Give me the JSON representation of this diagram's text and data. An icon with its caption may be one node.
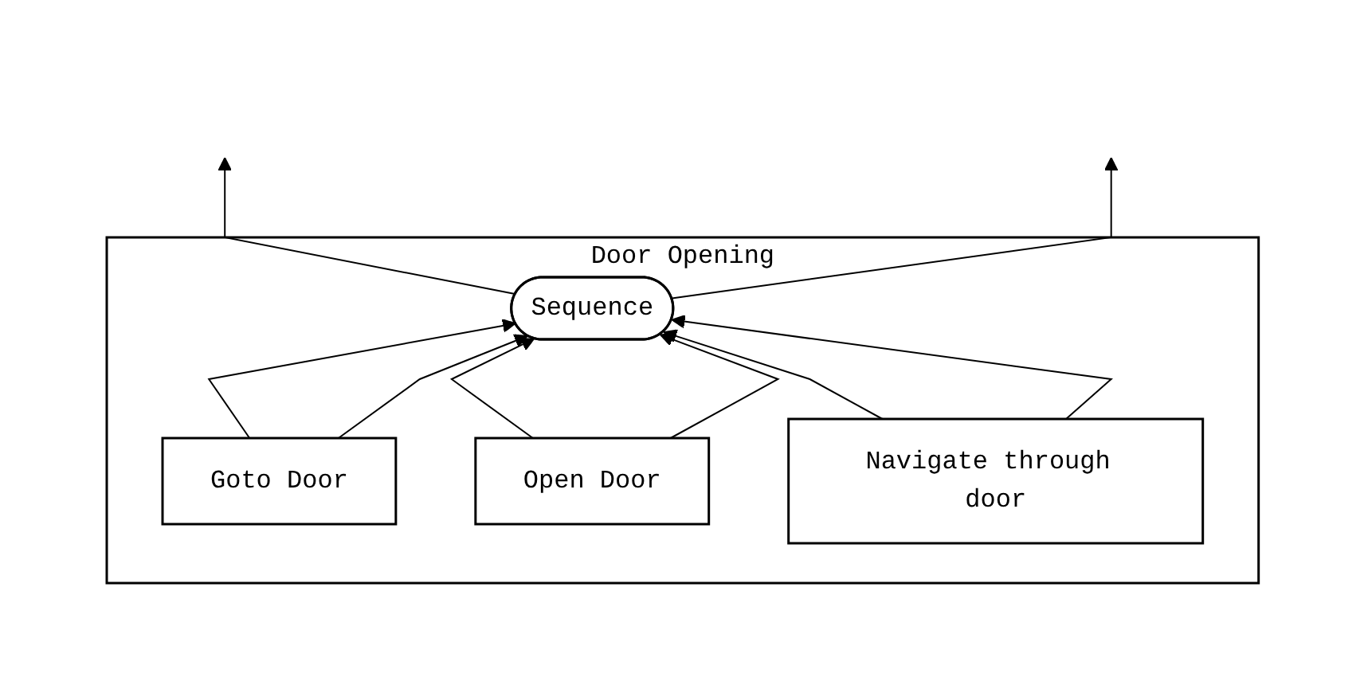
{
  "diagram": {
    "nodes": [
      {
        "text": [
          "Door Opening"
        ]
      },
      {
        "text": [
          "Sequence"
        ],
        "in": 0
      },
      {
        "text": [
          "Goto Door"
        ],
        "in": 0
      },
      {
        "text": [
          "Open Door"
        ],
        "in": 0
      },
      {
        "text": [
          "Navigate through door"
        ],
        "in": 0
      }
    ],
    "edges": [
      {
        "from": 2,
        "to": 1,
        "arrow": "to"
      },
      {
        "from": 2,
        "to": 1,
        "arrow": "to"
      },
      {
        "from": 3,
        "to": 1,
        "arrow": "to"
      },
      {
        "from": 3,
        "to": 1,
        "arrow": "to"
      },
      {
        "from": 4,
        "to": 1,
        "arrow": "to"
      },
      {
        "from": 4,
        "to": 1,
        "arrow": "to"
      },
      {
        "from": 1,
        "to": null,
        "arrow": "to"
      },
      {
        "from": 1,
        "to": null,
        "arrow": "to"
      }
    ]
  }
}
